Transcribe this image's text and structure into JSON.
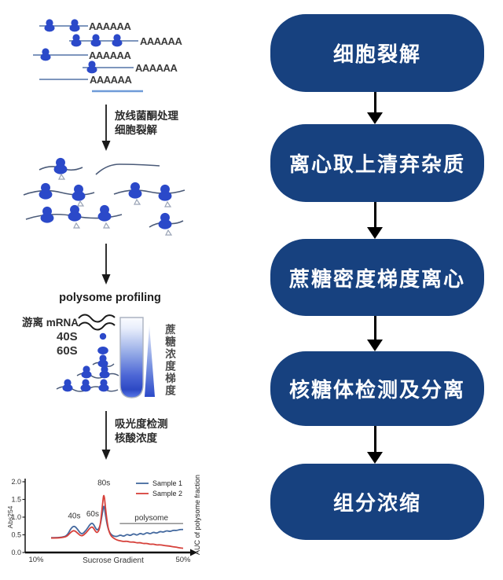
{
  "flowchart": {
    "box_color": "#17417f",
    "arrow_color": "#000000",
    "steps": [
      {
        "label": "细胞裂解"
      },
      {
        "label": "离心取上清弃杂质"
      },
      {
        "label": "蔗糖密度梯度离心"
      },
      {
        "label": "核糖体检测及分离"
      },
      {
        "label": "组分浓缩"
      }
    ]
  },
  "schematic": {
    "polya_label": "AAAAAA",
    "lysis_caption_line1": "放线菌酮处理",
    "lysis_caption_line2": "细胞裂解",
    "profiling_caption": "polysome profiling",
    "free_mrna_label": "游离 mRNA",
    "subunit_40s": "40S",
    "subunit_60s": "60S",
    "gradient_label": "蔗糖浓度梯度",
    "detection_caption_line1": "吸光度检测",
    "detection_caption_line2": "核酸浓度",
    "ribosome_color": "#2b49c9",
    "mrna_line_color": "#7e96bd"
  },
  "chart_data": {
    "type": "line",
    "title": "",
    "xlabel": "Sucrose Gradient",
    "ylabel": "Abs254",
    "right_label": "AUC of polysome fraction",
    "x_start_label": "10%",
    "x_end_label": "50%",
    "ylim": [
      0,
      2.0
    ],
    "yticks": [
      0.0,
      0.5,
      1.0,
      1.5,
      2.0
    ],
    "grid": false,
    "legend_position": "top-right",
    "x": [
      0.0,
      0.04,
      0.08,
      0.12,
      0.15,
      0.175,
      0.2,
      0.23,
      0.265,
      0.295,
      0.315,
      0.335,
      0.35,
      0.37,
      0.388,
      0.4,
      0.412,
      0.43,
      0.45,
      0.475,
      0.5,
      0.525,
      0.55,
      0.575,
      0.6,
      0.625,
      0.65,
      0.675,
      0.7,
      0.725,
      0.75,
      0.775,
      0.8,
      0.825,
      0.85,
      0.875,
      0.9,
      0.925,
      0.95,
      0.975,
      1.0
    ],
    "series": [
      {
        "name": "Sample 1",
        "color": "#44699f",
        "values": [
          0.42,
          0.42,
          0.43,
          0.47,
          0.68,
          0.76,
          0.66,
          0.5,
          0.62,
          0.8,
          0.84,
          0.7,
          0.62,
          0.72,
          1.1,
          1.38,
          1.05,
          0.68,
          0.52,
          0.46,
          0.45,
          0.5,
          0.45,
          0.52,
          0.47,
          0.54,
          0.48,
          0.55,
          0.5,
          0.57,
          0.52,
          0.58,
          0.54,
          0.6,
          0.57,
          0.62,
          0.59,
          0.63,
          0.62,
          0.65,
          0.65
        ]
      },
      {
        "name": "Sample 2",
        "color": "#d6403a",
        "values": [
          0.41,
          0.41,
          0.42,
          0.45,
          0.58,
          0.63,
          0.55,
          0.45,
          0.55,
          0.7,
          0.73,
          0.6,
          0.55,
          0.68,
          1.3,
          1.72,
          1.25,
          0.7,
          0.48,
          0.4,
          0.35,
          0.33,
          0.31,
          0.32,
          0.29,
          0.3,
          0.27,
          0.28,
          0.25,
          0.26,
          0.23,
          0.24,
          0.21,
          0.22,
          0.2,
          0.19,
          0.18,
          0.16,
          0.15,
          0.13,
          0.12
        ]
      }
    ],
    "annotations": [
      {
        "text": "40s",
        "x": 0.175,
        "y": 0.97
      },
      {
        "text": "60s",
        "x": 0.315,
        "y": 1.02
      },
      {
        "text": "80s",
        "x": 0.4,
        "y": 1.9
      }
    ],
    "polysome_bracket": {
      "label": "polysome",
      "x1": 0.52,
      "x2": 1.0,
      "y": 0.82
    }
  }
}
